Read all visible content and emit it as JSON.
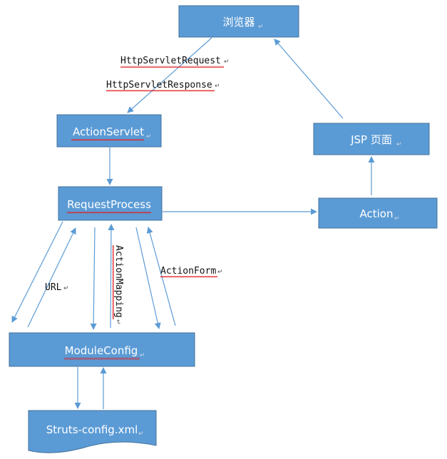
{
  "colors": {
    "box_fill": "#5b9bd5",
    "box_stroke": "#41719c",
    "arrow": "#5b9bd5",
    "spell_underline": "#e02020"
  },
  "nodes": {
    "browser": "浏览器",
    "action_servlet": "ActionServlet",
    "request_process": "RequestProcess",
    "jsp_page": "JSP 页面",
    "action": "Action",
    "module_config": "ModuleConfig",
    "struts_config": "Struts-config.xml"
  },
  "edge_labels": {
    "http_request": "HttpServletRequest",
    "http_response": "HttpServletResponse",
    "url": "URL",
    "action_mapping": "ActionMapping",
    "action_form": "ActionForm"
  },
  "paragraph_mark": "↵"
}
